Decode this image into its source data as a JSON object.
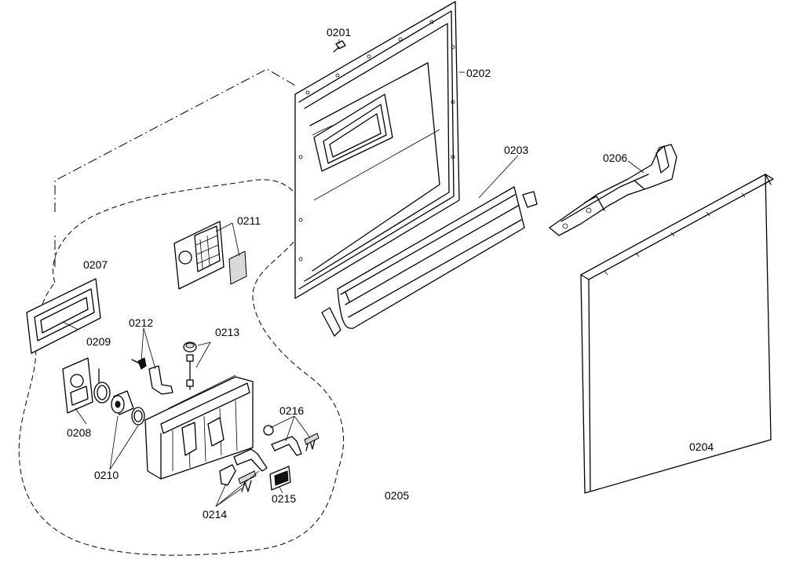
{
  "diagram": {
    "labels": {
      "p0201": "0201",
      "p0202": "0202",
      "p0203": "0203",
      "p0204": "0204",
      "p0205": "0205",
      "p0206": "0206",
      "p0207": "0207",
      "p0208": "0208",
      "p0209": "0209",
      "p0210": "0210",
      "p0211": "0211",
      "p0212": "0212",
      "p0213": "0213",
      "p0214": "0214",
      "p0215": "0215",
      "p0216": "0216"
    }
  }
}
